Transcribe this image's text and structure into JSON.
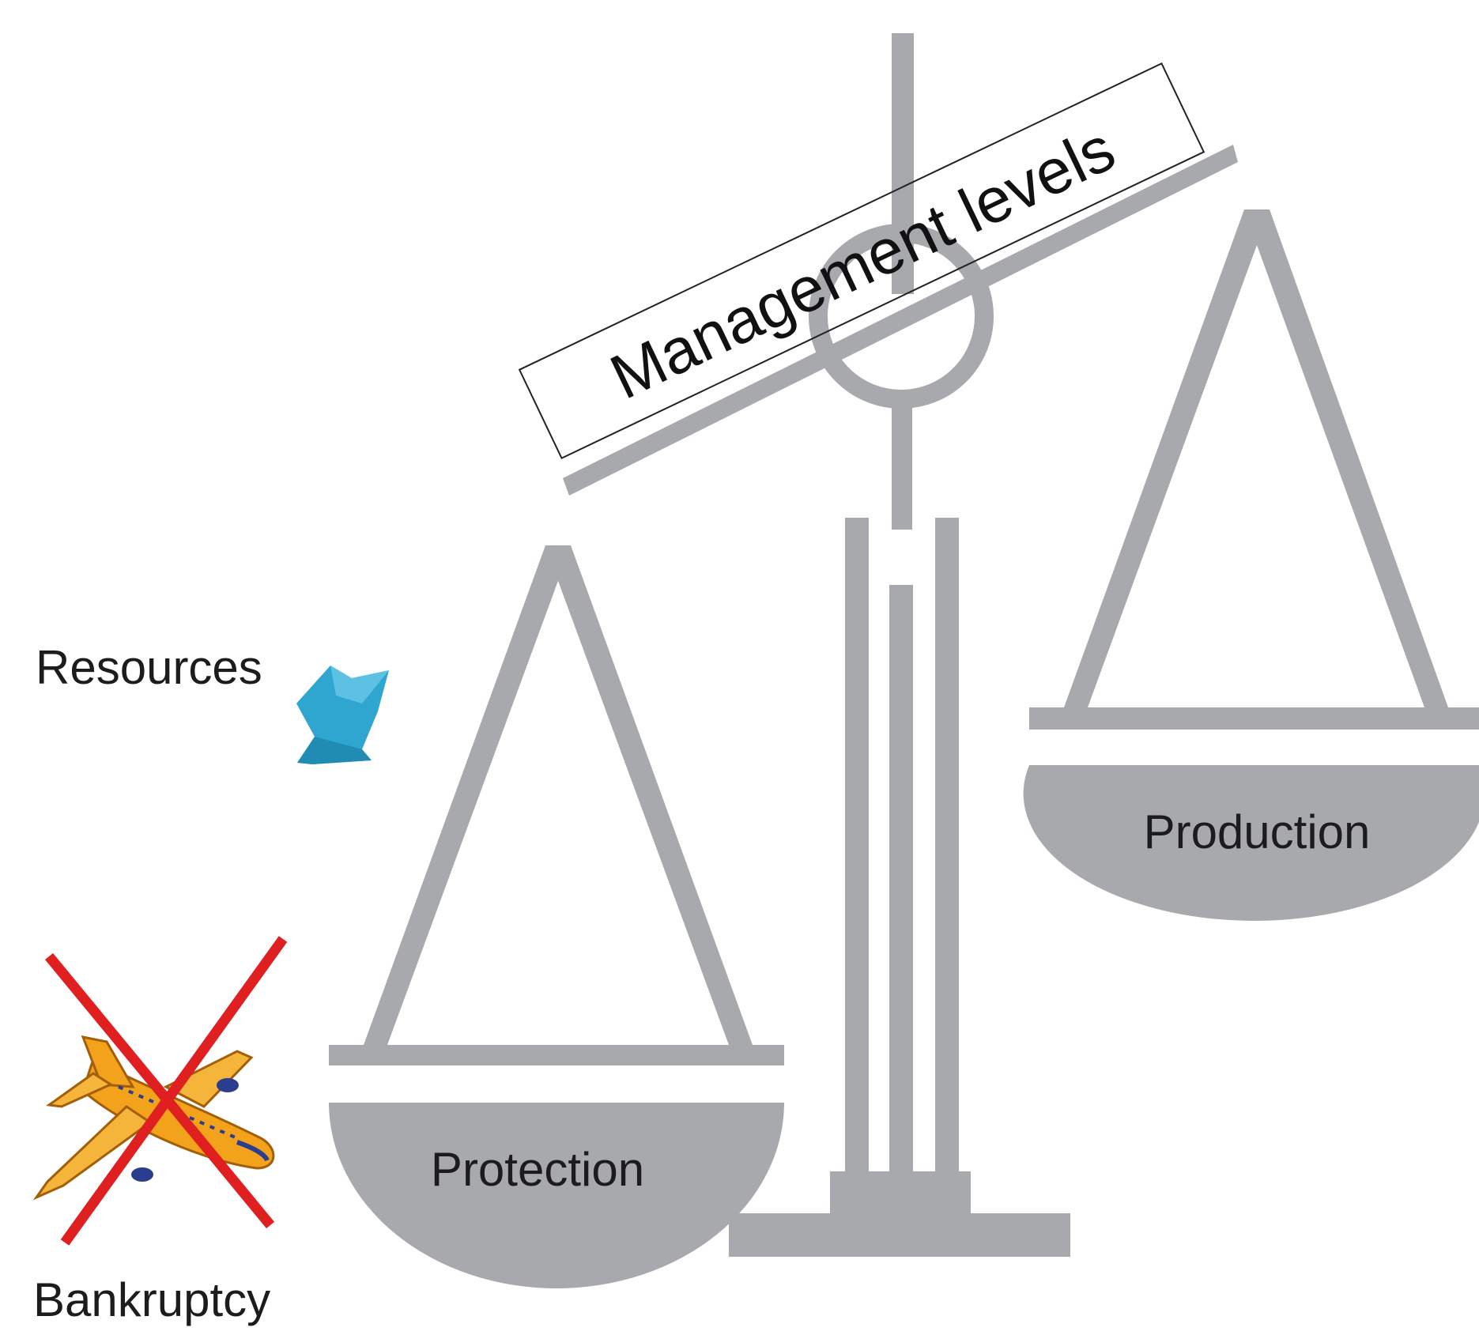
{
  "beam": {
    "label": "Management levels"
  },
  "pans": {
    "left": {
      "label": "Protection"
    },
    "right": {
      "label": "Production"
    }
  },
  "side": {
    "resources_label": "Resources",
    "bankruptcy_label": "Bankruptcy"
  },
  "icons": {
    "resources": "arrow-icon",
    "bankruptcy": "crossed-airplane-icon"
  },
  "colors": {
    "scale_gray": "#a7a9ac",
    "arrow_blue": "#2fa6cf",
    "cross_red": "#e02020",
    "plane_orange": "#f3a21b"
  }
}
